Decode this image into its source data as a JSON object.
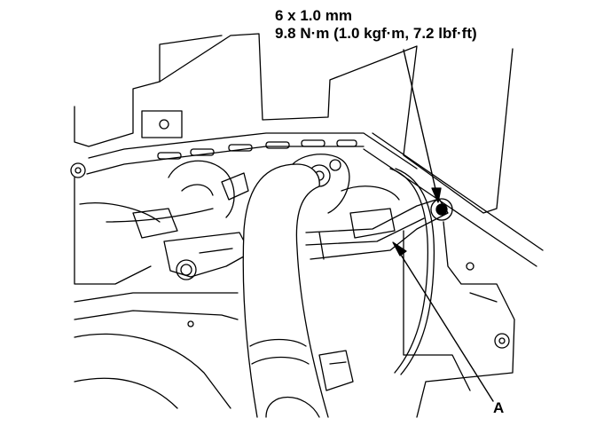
{
  "callouts": {
    "bolt_size": "6 x 1.0 mm",
    "torque": "9.8 N·m (1.0 kgf·m, 7.2 lbf·ft)",
    "part_a": "A"
  },
  "colors": {
    "ink": "#000000",
    "paper": "#ffffff"
  }
}
